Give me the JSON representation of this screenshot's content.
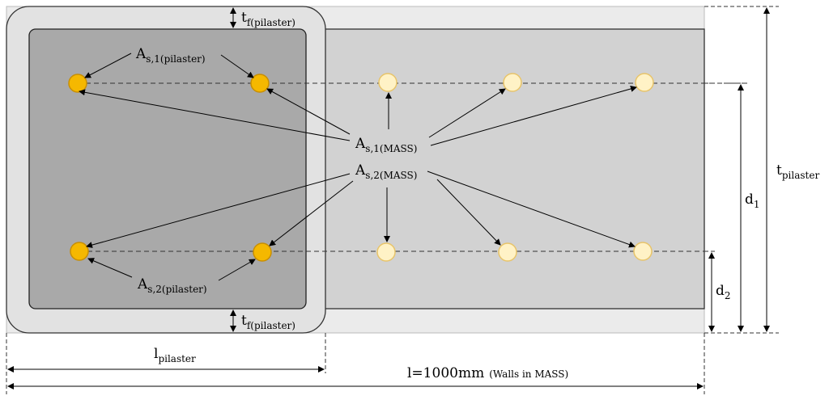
{
  "labels": {
    "tf_top": {
      "main": "t",
      "sub": "f(pilaster)"
    },
    "tf_bottom": {
      "main": "t",
      "sub": "f(pilaster)"
    },
    "as1_pilaster": {
      "main": "A",
      "sub": "s,1(pilaster)"
    },
    "as2_pilaster": {
      "main": "A",
      "sub": "s,2(pilaster)"
    },
    "as1_mass": {
      "main": "A",
      "sub": "s,1(MASS)"
    },
    "as2_mass": {
      "main": "A",
      "sub": "s,2(MASS)"
    },
    "t_pilaster": {
      "main": "t",
      "sub": "pilaster"
    },
    "d1": {
      "main": "d",
      "sub": "1"
    },
    "d2": {
      "main": "d",
      "sub": "2"
    },
    "l_pilaster": {
      "main": "l",
      "sub": "pilaster"
    },
    "l_total": {
      "main": "l=1000mm",
      "note": "(Walls in MASS)"
    }
  },
  "colors": {
    "outer_wall": "#ebebeb",
    "mass_core": "#d2d2d2",
    "pilaster_core": "#a9a9a9",
    "pilaster_bar": "#f5b800",
    "mass_bar": "#fff2c6",
    "line": "#000000"
  }
}
